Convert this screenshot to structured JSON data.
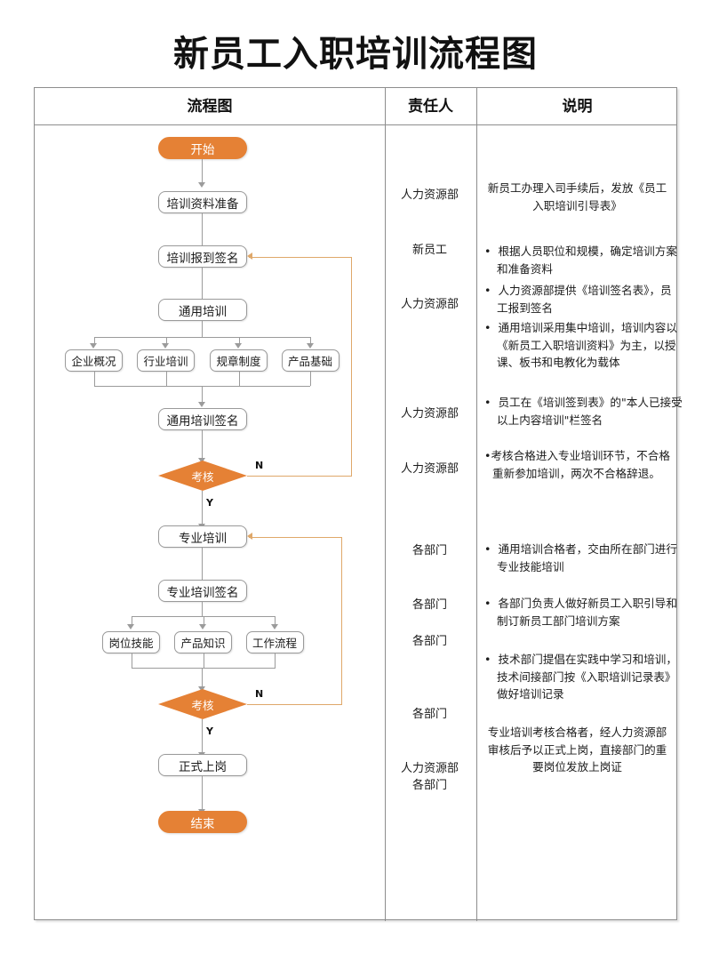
{
  "title": "新员工入职培训流程图",
  "table": {
    "headers": {
      "flow": "流程图",
      "owner": "责任人",
      "desc": "说明"
    }
  },
  "colors": {
    "accent_orange": "#E58135",
    "loop_line": "#DFA86A",
    "connector": "#9b9b9b",
    "border": "#8d8d8d"
  },
  "flow": {
    "start": "开始",
    "end": "结束",
    "nodes": {
      "prep": "培训资料准备",
      "signin": "培训报到签名",
      "general": "通用培训",
      "general_sign": "通用培训签名",
      "pro": "专业培训",
      "pro_sign": "专业培训签名",
      "onboard": "正式上岗"
    },
    "general_topics": [
      "企业概况",
      "行业培训",
      "规章制度",
      "产品基础"
    ],
    "pro_topics": [
      "岗位技能",
      "产品知识",
      "工作流程"
    ],
    "decisions": [
      {
        "label": "考核",
        "yes": "Y",
        "no": "N"
      },
      {
        "label": "考核",
        "yes": "Y",
        "no": "N"
      }
    ]
  },
  "owners": [
    "人力资源部",
    "新员工",
    "人力资源部",
    "人力资源部",
    "人力资源部",
    "各部门",
    "各部门",
    "各部门",
    "各部门",
    "人力资源部\n各部门"
  ],
  "descriptions": [
    {
      "style": "plain",
      "text": "新员工办理入司手续后，发放《员工入职培训引导表》"
    },
    {
      "style": "bullet",
      "text": "根据人员职位和规模，确定培训方案和准备资料"
    },
    {
      "style": "bullet",
      "text": "人力资源部提供《培训签名表》，员工报到签名"
    },
    {
      "style": "bullet",
      "text": "通用培训采用集中培训，培训内容以《新员工入职培训资料》为主，以授课、板书和电教化为载体"
    },
    {
      "style": "bullet",
      "text": "员工在《培训签到表》的\"本人已接受以上内容培训\"栏签名"
    },
    {
      "style": "tight",
      "text": "考核合格进入专业培训环节，不合格重新参加培训，两次不合格辞退。"
    },
    {
      "style": "bullet",
      "text": "通用培训合格者，交由所在部门进行专业技能培训"
    },
    {
      "style": "bullet",
      "text": "各部门负责人做好新员工入职引导和制订新员工部门培训方案"
    },
    {
      "style": "bullet",
      "text": "技术部门提倡在实践中学习和培训，技术间接部门按《入职培训记录表》做好培训记录"
    },
    {
      "style": "ctr",
      "text": "专业培训考核合格者，经人力资源部审核后予以正式上岗，直接部门的重要岗位发放上岗证"
    }
  ]
}
